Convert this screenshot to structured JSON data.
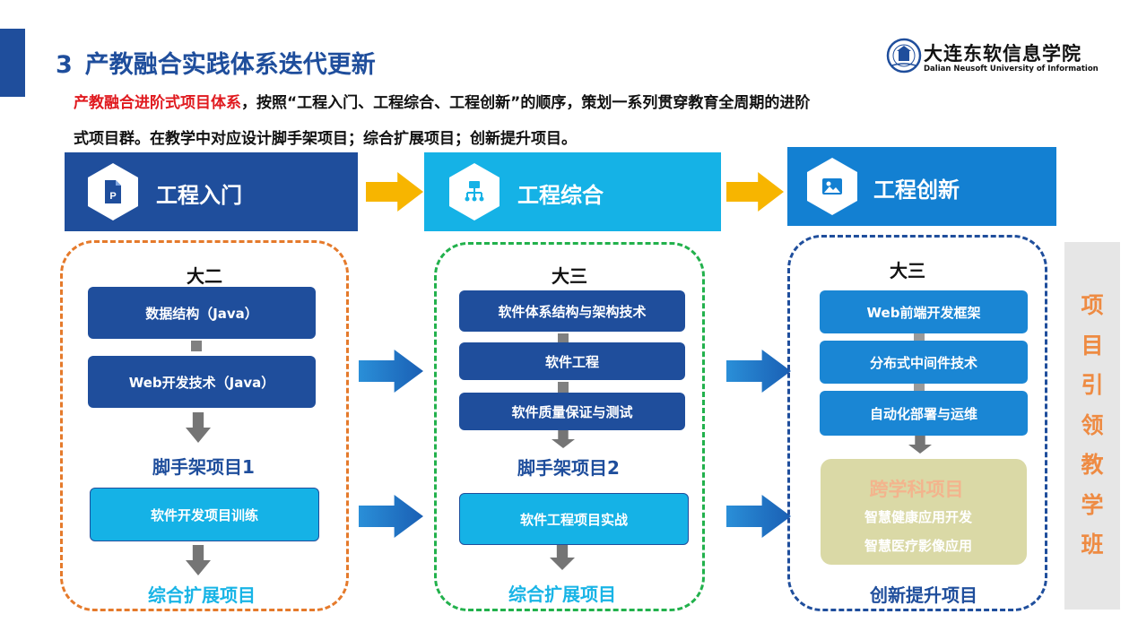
{
  "header": {
    "number": "3",
    "title": "产教融合实践体系迭代更新"
  },
  "logo": {
    "name_cn": "大连东软信息学院",
    "name_en": "Dalian Neusoft University of Information"
  },
  "intro": {
    "highlight": "产教融合进阶式项目体系",
    "line1_rest": "，按照“工程入门、工程综合、工程创新”的顺序，策划一系列贯穿教育全周期的进阶",
    "line2": "式项目群。在教学中对应设计脚手架项目；综合扩展项目；创新提升项目。"
  },
  "stages": [
    {
      "label": "工程入门",
      "color": "#1f4e9c"
    },
    {
      "label": "工程综合",
      "color": "#15b2e6"
    },
    {
      "label": "工程创新",
      "color": "#1380d2"
    }
  ],
  "columns": [
    {
      "year": "大二",
      "courses": [
        "数据结构（Java）",
        "Web开发技术（Java）"
      ],
      "scaffold": "脚手架项目1",
      "training": "软件开发项目训练",
      "footer": "综合扩展项目"
    },
    {
      "year": "大三",
      "courses": [
        "软件体系结构与架构技术",
        "软件工程",
        "软件质量保证与测试"
      ],
      "scaffold": "脚手架项目2",
      "training": "软件工程项目实战",
      "footer": "综合扩展项目"
    },
    {
      "year": "大三",
      "courses": [
        "Web前端开发框架",
        "分布式中间件技术",
        "自动化部署与运维"
      ],
      "cross_title": "跨学科项目",
      "cross_items": [
        "智慧健康应用开发",
        "智慧医疗影像应用"
      ],
      "footer": "创新提升项目"
    }
  ],
  "sidebar": {
    "chars": [
      "项",
      "目",
      "引",
      "领",
      "教",
      "学",
      "班"
    ]
  },
  "colors": {
    "brand": "#1f4e9c",
    "accent_red": "#e0191e",
    "arrow_yellow": "#f7b500",
    "group_orange": "#e57a2b",
    "group_green": "#22b14c",
    "sidebar_text": "#ee8b43"
  },
  "icons": {
    "stage_1": "powerpoint-file-icon",
    "stage_2": "hierarchy-diagram-icon",
    "stage_3": "image-icon",
    "logo": "university-seal-icon"
  }
}
